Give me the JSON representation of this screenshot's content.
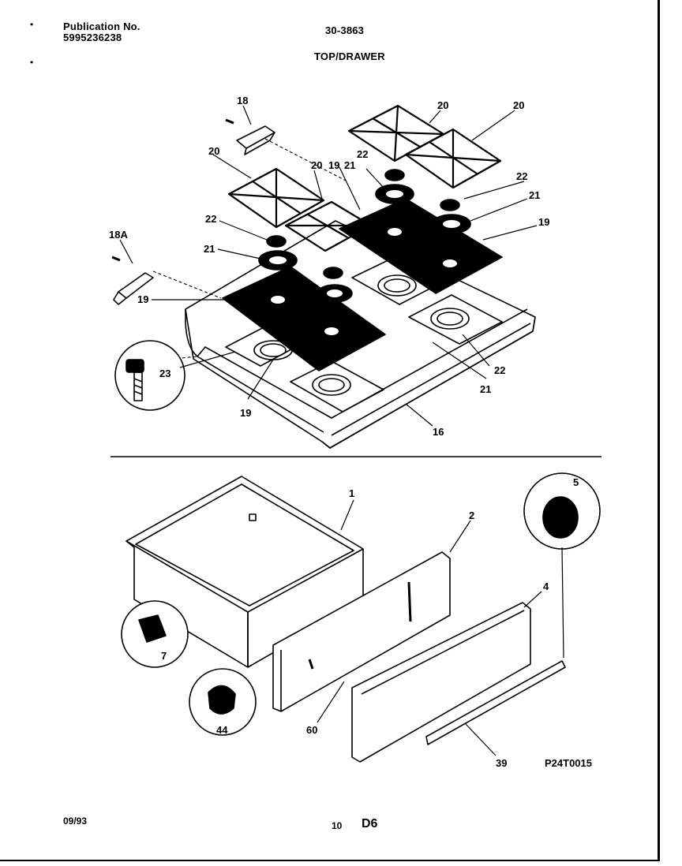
{
  "header": {
    "publication_label": "Publication No.",
    "publication_number": "5995236238",
    "model": "30-3863",
    "section": "TOP/DRAWER"
  },
  "callouts": {
    "c18": "18",
    "c18a": "18A",
    "c20a": "20",
    "c20b": "20",
    "c20c": "20",
    "c20d": "20",
    "c19a": "19",
    "c19b": "19",
    "c19c": "19",
    "c19d": "19",
    "c21a": "21",
    "c21b": "21",
    "c21c": "21",
    "c21d": "21",
    "c22a": "22",
    "c22b": "22",
    "c22c": "22",
    "c22d": "22",
    "c23": "23",
    "c16": "16",
    "c1": "1",
    "c2": "2",
    "c4": "4",
    "c5": "5",
    "c7": "7",
    "c44": "44",
    "c60": "60",
    "c39": "39"
  },
  "figure_code": "P24T0015",
  "footer": {
    "date": "09/93",
    "page_number": "10",
    "page_code": "D6"
  }
}
